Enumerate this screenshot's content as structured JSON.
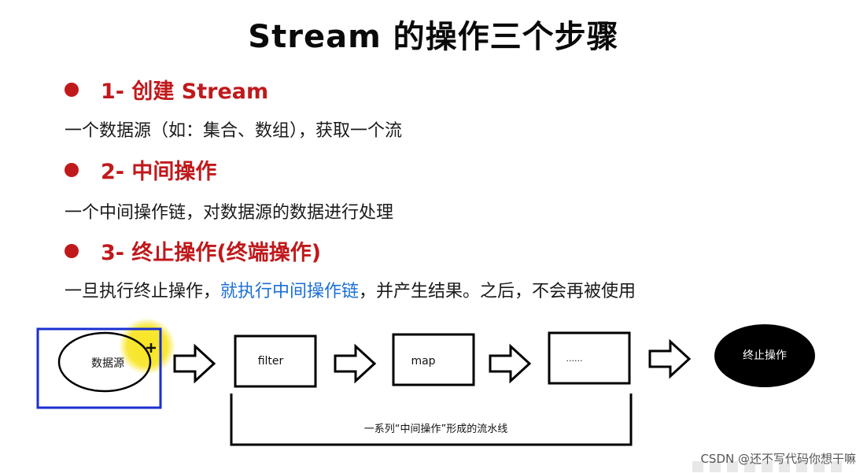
{
  "title": "Stream 的操作三个步骤",
  "steps": [
    {
      "label": "1- 创建 Stream",
      "desc": "一个数据源（如：集合、数组），获取一个流"
    },
    {
      "label": "2- 中间操作",
      "desc": "一个中间操作链，对数据源的数据进行处理"
    },
    {
      "label": "3- 终止操作(终端操作)",
      "desc_before": "一旦执行终止操作，",
      "desc_highlight": "就执行中间操作链",
      "desc_after": "，并产生结果。之后，不会再被使用"
    }
  ],
  "diagram": {
    "source": "数据源",
    "nodes": [
      "filter",
      "map",
      "......"
    ],
    "terminal": "终止操作",
    "bracket_label": "一系列“中间操作”形成的流水线",
    "colors": {
      "selection": "#1a2fd0",
      "highlight": "#f7e313",
      "terminal": "#000000"
    }
  },
  "watermark": "CSDN @还不写代码你想干嘛"
}
